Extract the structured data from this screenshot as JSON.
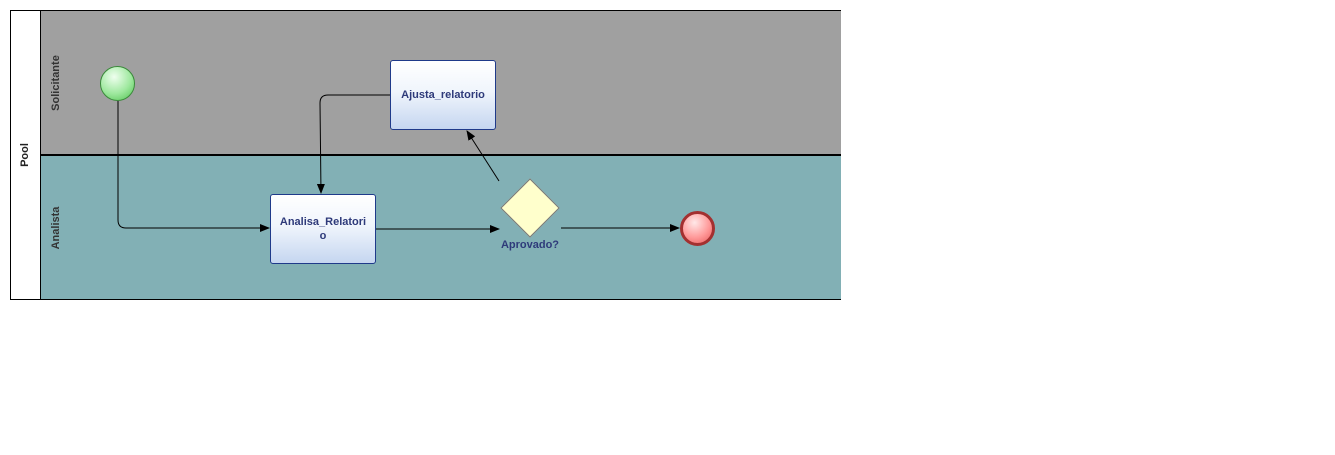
{
  "pool": {
    "label": "Pool"
  },
  "lanes": [
    {
      "id": "solicitante",
      "label": "Solicitante",
      "color": "#a0a0a0"
    },
    {
      "id": "analista",
      "label": "Analista",
      "color": "#82b0b5"
    }
  ],
  "tasks": {
    "ajusta": {
      "label": "Ajusta_relatorio"
    },
    "analisa": {
      "label": "Analisa_Relatorio"
    }
  },
  "gateway": {
    "label": "Aprovado?",
    "color": "#ffffcc"
  },
  "events": {
    "start": {
      "type": "start",
      "color": "#4ec14e"
    },
    "end": {
      "type": "end",
      "color": "#e85a5a"
    }
  },
  "flows": [
    {
      "from": "start",
      "to": "analisa"
    },
    {
      "from": "analisa",
      "to": "gateway"
    },
    {
      "from": "gateway",
      "to": "ajusta"
    },
    {
      "from": "ajusta",
      "to": "analisa"
    },
    {
      "from": "gateway",
      "to": "end"
    }
  ]
}
